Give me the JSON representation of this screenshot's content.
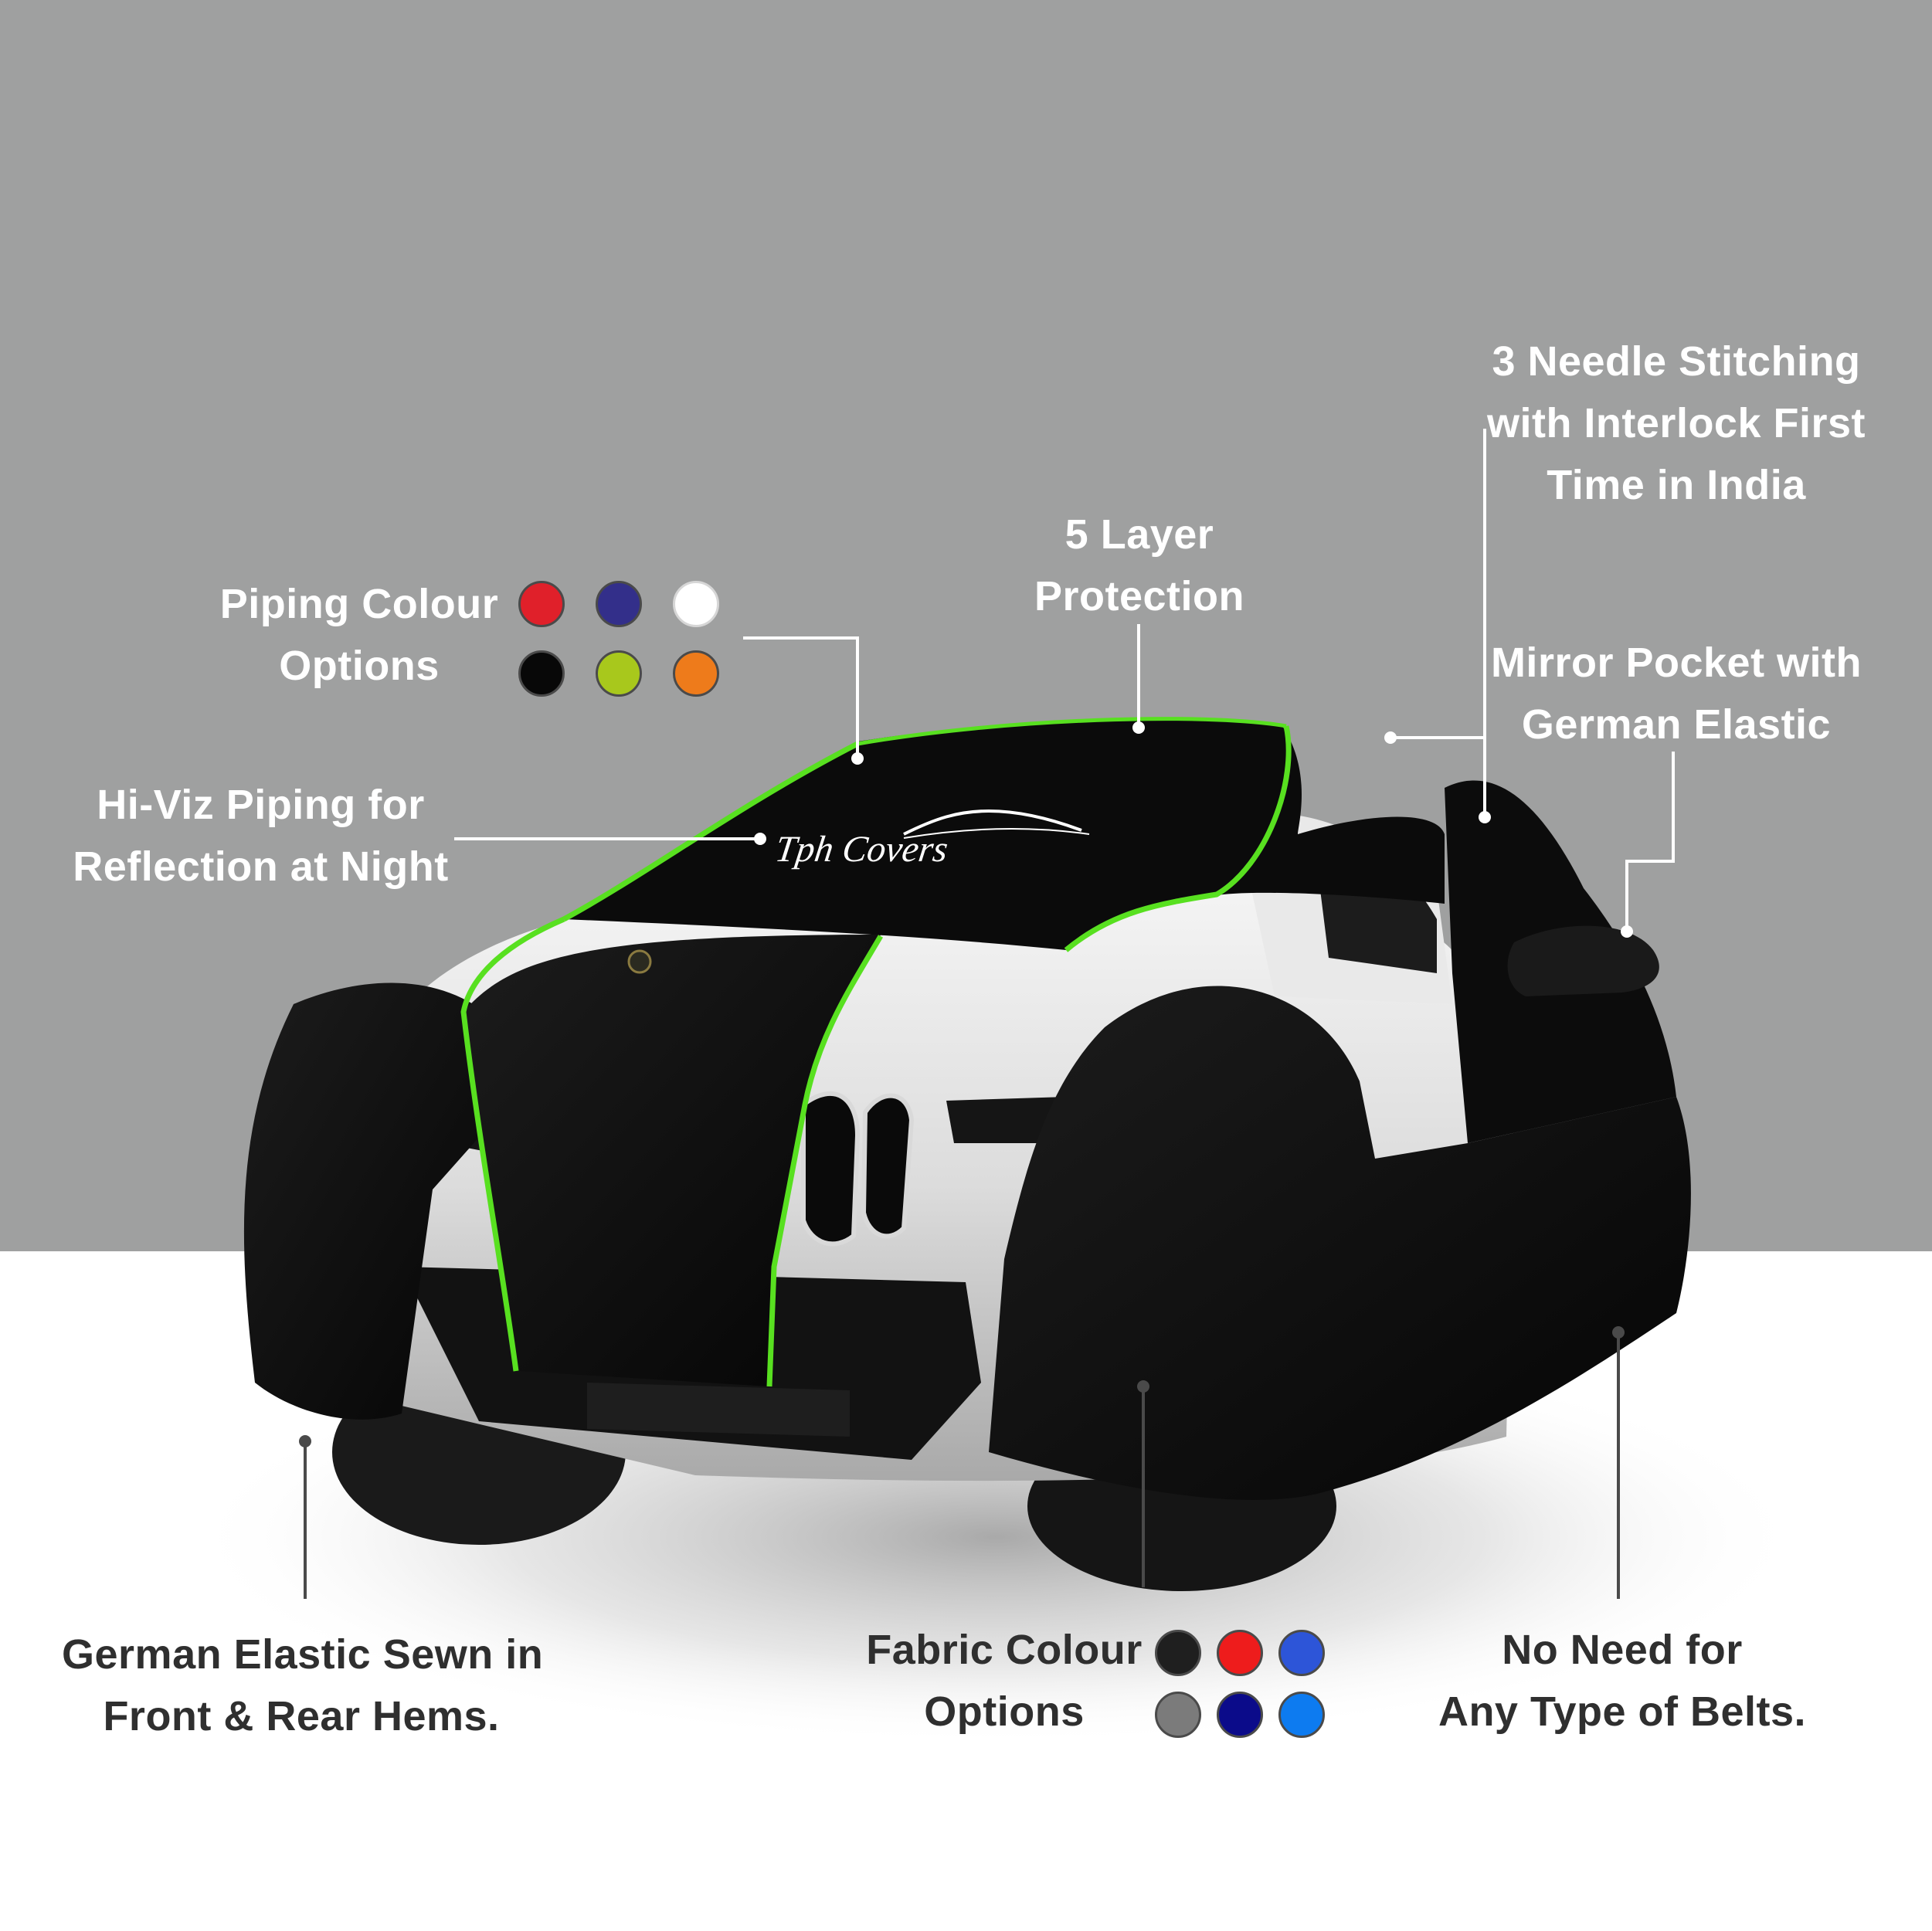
{
  "colors": {
    "background_top": "#9fa0a0",
    "background_bottom": "#ffffff",
    "cover_black": "#0d0d0d",
    "piping_green": "#58e020",
    "label_light": "#ffffff",
    "label_dark": "#2f2f2f"
  },
  "brand": {
    "logo_text": "Tph Covers"
  },
  "labels": {
    "needle_stitching": [
      "3 Needle Stitching",
      "with Interlock First",
      "Time in India"
    ],
    "five_layer": [
      "5 Layer",
      "Protection"
    ],
    "piping_colour": [
      "Piping Colour",
      "Options"
    ],
    "mirror_pocket": [
      "Mirror Pocket with",
      "German Elastic"
    ],
    "hi_viz": [
      "Hi-Viz Piping for",
      "Reflection at Night"
    ],
    "german_elastic_hems": [
      "German Elastic Sewn in",
      "Front & Rear Hems."
    ],
    "fabric_colour": [
      "Fabric Colour",
      "Options"
    ],
    "no_belts": [
      "No Need for",
      "Any Type of Belts."
    ]
  },
  "piping_swatches": [
    {
      "name": "red",
      "color": "#e0202a"
    },
    {
      "name": "navy",
      "color": "#332f8a"
    },
    {
      "name": "white",
      "color": "#ffffff"
    },
    {
      "name": "black",
      "color": "#080808"
    },
    {
      "name": "lime",
      "color": "#a8c81c"
    },
    {
      "name": "orange",
      "color": "#ee7b1b"
    }
  ],
  "fabric_swatches": [
    {
      "name": "black",
      "color": "#1f1f1f"
    },
    {
      "name": "red",
      "color": "#ee1c1c"
    },
    {
      "name": "blue",
      "color": "#2d55d8"
    },
    {
      "name": "grey",
      "color": "#7b7b7b"
    },
    {
      "name": "navy",
      "color": "#0b0b8a"
    },
    {
      "name": "sky-blue",
      "color": "#0d7bf0"
    }
  ]
}
